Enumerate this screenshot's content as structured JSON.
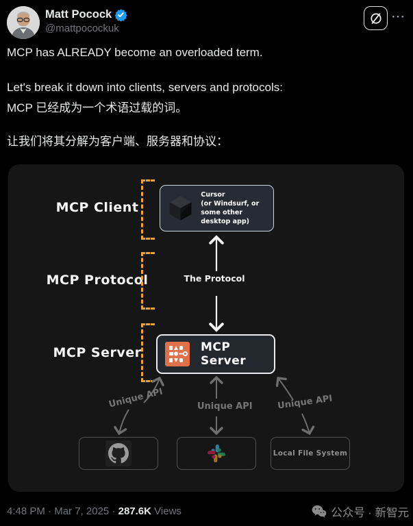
{
  "header": {
    "display_name": "Matt Pocock",
    "handle": "@mattpocockuk",
    "more_label": "···"
  },
  "tweet": {
    "lines": [
      "MCP has ALREADY become an overloaded term.",
      "Let's break it down into clients, servers and protocols:",
      "MCP 已经成为一个术语过载的词。",
      "让我们将其分解为客户端、服务器和协议："
    ]
  },
  "diagram": {
    "side_labels": {
      "client": "MCP Client",
      "protocol": "MCP Protocol",
      "server": "MCP Server"
    },
    "client_box": {
      "title": "Cursor",
      "note": "(or Windsurf, or some other desktop app)"
    },
    "protocol_label": "The Protocol",
    "server_box": {
      "label": "MCP Server"
    },
    "unique_api_labels": [
      "Unique API",
      "Unique API",
      "Unique API"
    ],
    "bottom_boxes": [
      {
        "name": "github",
        "label": ""
      },
      {
        "name": "slack",
        "label": ""
      },
      {
        "name": "local-file-system",
        "label": "Local File System"
      }
    ],
    "colors": {
      "accent_yellow": "#E8A33D",
      "server_icon_orange": "#DF7049",
      "arrow_gray": "#6E6E6E",
      "diagram_background": "#161616"
    }
  },
  "footer": {
    "time": "4:48 PM",
    "separator": "·",
    "date": "Mar 7, 2025",
    "views_count": "287.6K",
    "views_label": "Views",
    "watermark": "公众号 · 新智元"
  },
  "colors": {
    "verified_blue": "#1D9BF0",
    "text_primary": "#E7E9EA",
    "text_muted": "#71767B"
  }
}
